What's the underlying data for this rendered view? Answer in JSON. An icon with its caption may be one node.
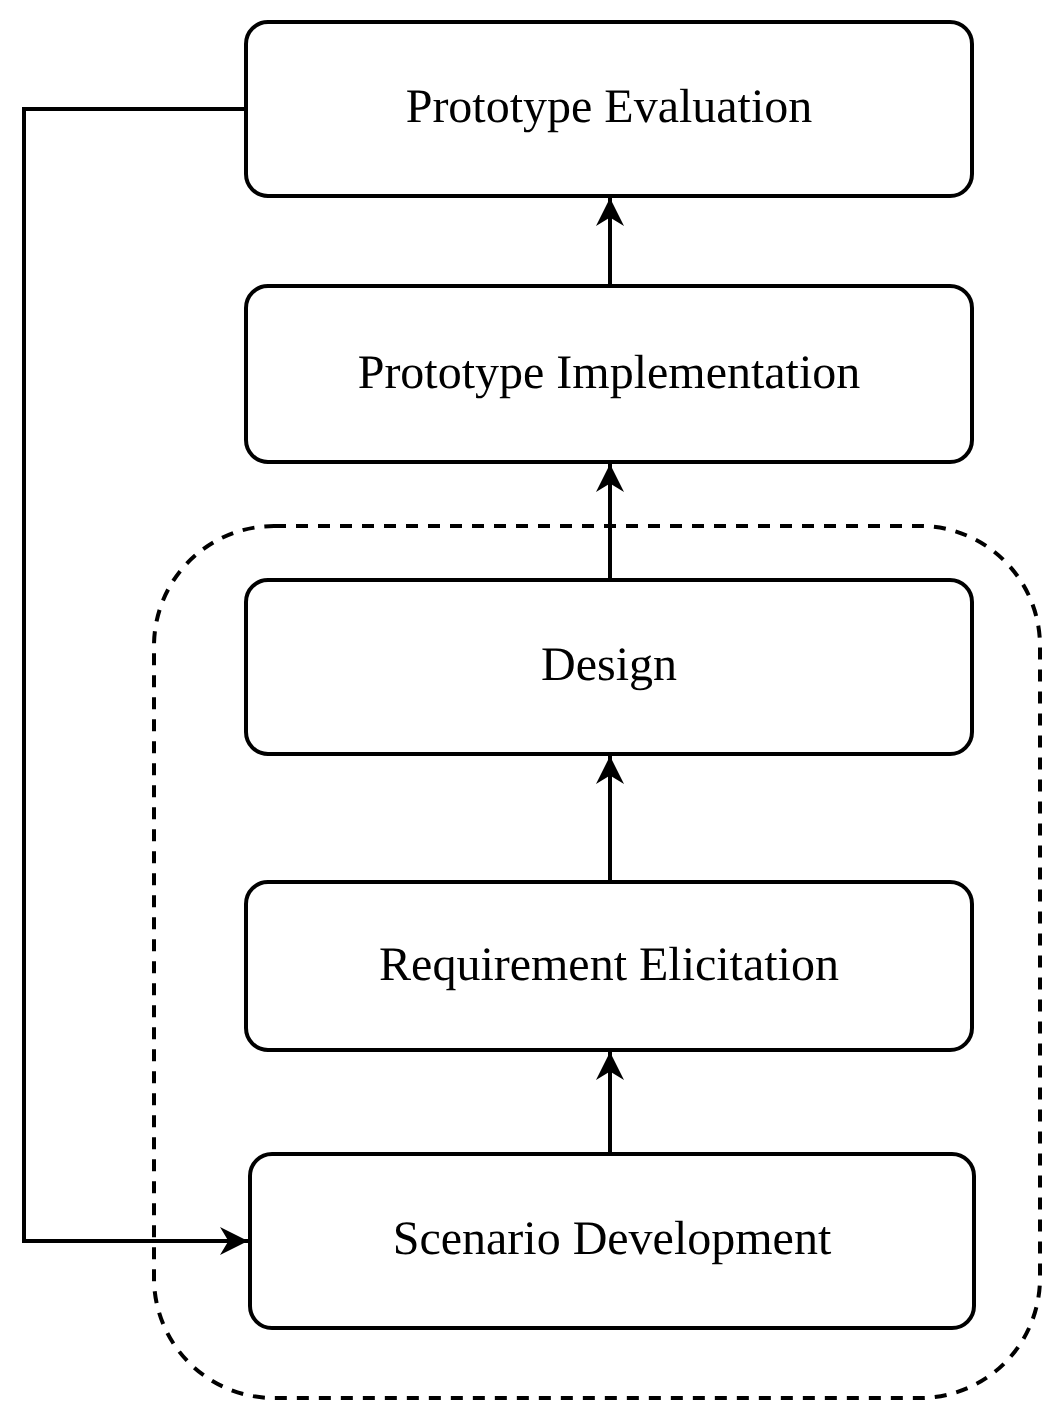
{
  "diagram": {
    "nodes": [
      {
        "text": [
          "Prototype Evaluation"
        ]
      },
      {
        "text": [
          "Prototype Implementation"
        ]
      },
      {
        "text": [],
        "shape": "box"
      },
      {
        "text": [
          "Design"
        ],
        "in": 2
      },
      {
        "text": [
          "Requirement Elicitation"
        ],
        "in": 2
      },
      {
        "text": [
          "Scenario Development"
        ],
        "in": 2
      }
    ],
    "edges": [
      {
        "from": 5,
        "to": 4,
        "arrow": "to"
      },
      {
        "from": 4,
        "to": 3,
        "arrow": "to"
      },
      {
        "from": 3,
        "to": 1,
        "arrow": "to"
      },
      {
        "from": 1,
        "to": 0,
        "arrow": "to"
      },
      {
        "from": 0,
        "to": 5,
        "arrow": "to"
      }
    ]
  }
}
